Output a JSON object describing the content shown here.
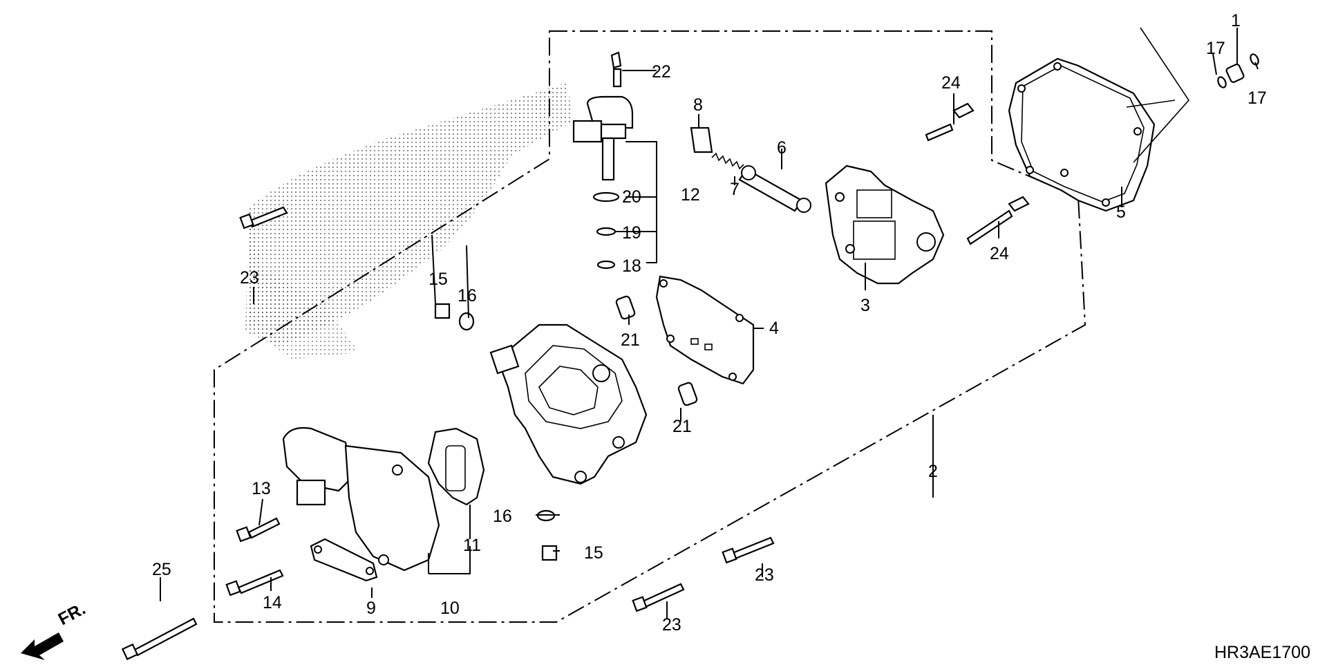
{
  "diagram": {
    "code": "HR3AE1700",
    "direction_label": "FR.",
    "callouts": [
      {
        "id": "c1",
        "text": "1"
      },
      {
        "id": "c2",
        "text": "2"
      },
      {
        "id": "c3",
        "text": "3"
      },
      {
        "id": "c4",
        "text": "4"
      },
      {
        "id": "c5",
        "text": "5"
      },
      {
        "id": "c6",
        "text": "6"
      },
      {
        "id": "c7",
        "text": "7"
      },
      {
        "id": "c8",
        "text": "8"
      },
      {
        "id": "c9",
        "text": "9"
      },
      {
        "id": "c10",
        "text": "10"
      },
      {
        "id": "c11",
        "text": "11"
      },
      {
        "id": "c12",
        "text": "12"
      },
      {
        "id": "c13",
        "text": "13"
      },
      {
        "id": "c14",
        "text": "14"
      },
      {
        "id": "c15a",
        "text": "15"
      },
      {
        "id": "c15b",
        "text": "15"
      },
      {
        "id": "c16a",
        "text": "16"
      },
      {
        "id": "c16b",
        "text": "16"
      },
      {
        "id": "c17a",
        "text": "17"
      },
      {
        "id": "c17b",
        "text": "17"
      },
      {
        "id": "c18",
        "text": "18"
      },
      {
        "id": "c19",
        "text": "19"
      },
      {
        "id": "c20",
        "text": "20"
      },
      {
        "id": "c21a",
        "text": "21"
      },
      {
        "id": "c21b",
        "text": "21"
      },
      {
        "id": "c22",
        "text": "22"
      },
      {
        "id": "c23a",
        "text": "23"
      },
      {
        "id": "c23b",
        "text": "23"
      },
      {
        "id": "c23c",
        "text": "23"
      },
      {
        "id": "c24a",
        "text": "24"
      },
      {
        "id": "c24b",
        "text": "24"
      },
      {
        "id": "c25",
        "text": "25"
      }
    ]
  }
}
